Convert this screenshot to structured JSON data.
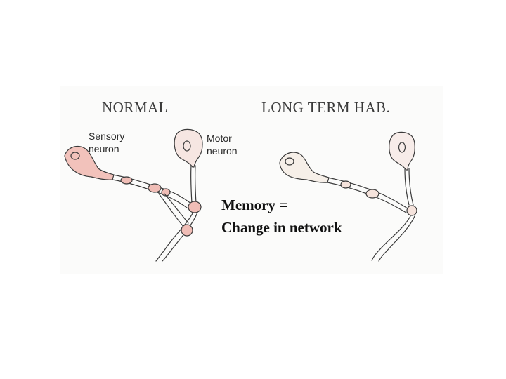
{
  "panels": {
    "normal": {
      "title": "NORMAL",
      "sensory_label_line1": "Sensory",
      "sensory_label_line2": "neuron",
      "motor_label_line1": "Motor",
      "motor_label_line2": "neuron"
    },
    "long_term": {
      "title": "LONG TERM HAB."
    }
  },
  "caption": {
    "line1": "Memory =",
    "line2": "Change in network"
  },
  "colors": {
    "sensory_fill_normal": "#f2c2bb",
    "motor_fill_normal": "#f6e6e2",
    "sensory_fill_habituated": "#f6efe8",
    "motor_fill_habituated": "#f7ece9",
    "bead_fill_normal": "#f0bdb6",
    "bead_fill_habituated": "#f5e3dc"
  }
}
